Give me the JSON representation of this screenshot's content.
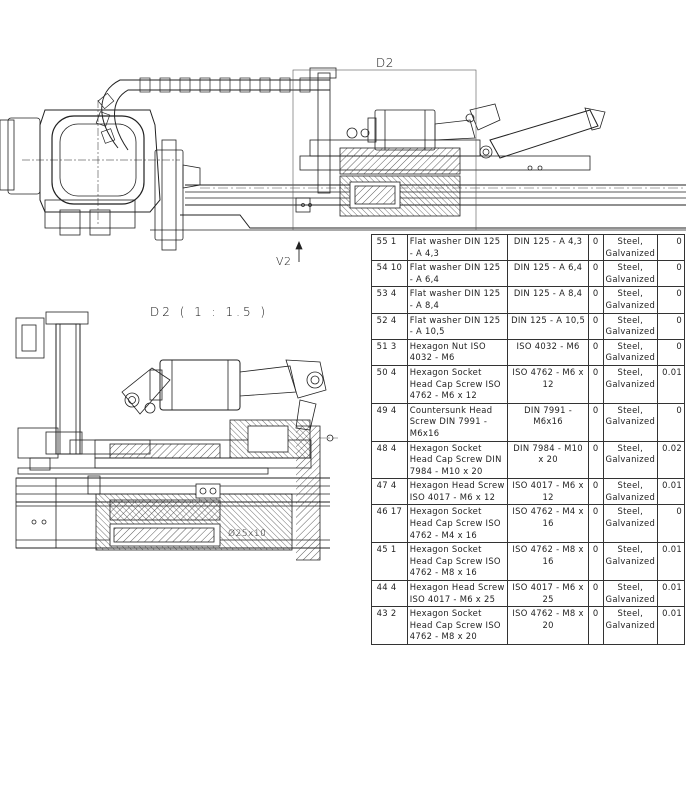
{
  "labels": {
    "view_d2": "D2",
    "view_v2": "V2",
    "detail_title": "D2 ( 1 : 1.5 )",
    "diameter_note": "Ø25x10"
  },
  "bom": {
    "rows": [
      {
        "item": "55",
        "qty": "1",
        "description": "Flat washer DIN 125 - A 4,3",
        "standard": "DIN 125 - A 4,3",
        "rev": "0",
        "material": "Steel, Galvanized",
        "mass": "0"
      },
      {
        "item": "54",
        "qty": "10",
        "description": "Flat washer DIN 125 - A 6,4",
        "standard": "DIN 125 - A 6,4",
        "rev": "0",
        "material": "Steel, Galvanized",
        "mass": "0"
      },
      {
        "item": "53",
        "qty": "4",
        "description": "Flat washer DIN 125 - A 8,4",
        "standard": "DIN 125 - A 8,4",
        "rev": "0",
        "material": "Steel, Galvanized",
        "mass": "0"
      },
      {
        "item": "52",
        "qty": "4",
        "description": "Flat washer DIN 125 - A 10,5",
        "standard": "DIN 125 - A 10,5",
        "rev": "0",
        "material": "Steel, Galvanized",
        "mass": "0"
      },
      {
        "item": "51",
        "qty": "3",
        "description": "Hexagon Nut ISO 4032 - M6",
        "standard": "ISO 4032 - M6",
        "rev": "0",
        "material": "Steel, Galvanized",
        "mass": "0"
      },
      {
        "item": "50",
        "qty": "4",
        "description": "Hexagon Socket Head Cap Screw ISO 4762 - M6 x 12",
        "standard": "ISO 4762 - M6 x 12",
        "rev": "0",
        "material": "Steel, Galvanized",
        "mass": "0.01"
      },
      {
        "item": "49",
        "qty": "4",
        "description": "Countersunk Head Screw DIN 7991 - M6x16",
        "standard": "DIN 7991 - M6x16",
        "rev": "0",
        "material": "Steel, Galvanized",
        "mass": "0"
      },
      {
        "item": "48",
        "qty": "4",
        "description": "Hexagon Socket Head Cap Screw DIN 7984 - M10 x 20",
        "standard": "DIN 7984 - M10 x 20",
        "rev": "0",
        "material": "Steel, Galvanized",
        "mass": "0.02"
      },
      {
        "item": "47",
        "qty": "4",
        "description": "Hexagon Head Screw ISO 4017 - M6 x 12",
        "standard": "ISO 4017 - M6 x 12",
        "rev": "0",
        "material": "Steel, Galvanized",
        "mass": "0.01"
      },
      {
        "item": "46",
        "qty": "17",
        "description": "Hexagon Socket Head Cap Screw ISO 4762 - M4 x 16",
        "standard": "ISO 4762 - M4 x 16",
        "rev": "0",
        "material": "Steel, Galvanized",
        "mass": "0"
      },
      {
        "item": "45",
        "qty": "1",
        "description": "Hexagon Socket Head Cap Screw ISO 4762 - M8 x 16",
        "standard": "ISO 4762 - M8 x 16",
        "rev": "0",
        "material": "Steel, Galvanized",
        "mass": "0.01"
      },
      {
        "item": "44",
        "qty": "4",
        "description": "Hexagon Head Screw ISO 4017 - M6 x 25",
        "standard": "ISO 4017 - M6 x 25",
        "rev": "0",
        "material": "Steel, Galvanized",
        "mass": "0.01"
      },
      {
        "item": "43",
        "qty": "2",
        "description": "Hexagon Socket Head Cap Screw ISO 4762 - M8 x 20",
        "standard": "ISO 4762 - M8 x 20",
        "rev": "0",
        "material": "Steel, Galvanized",
        "mass": "0.01"
      }
    ]
  }
}
